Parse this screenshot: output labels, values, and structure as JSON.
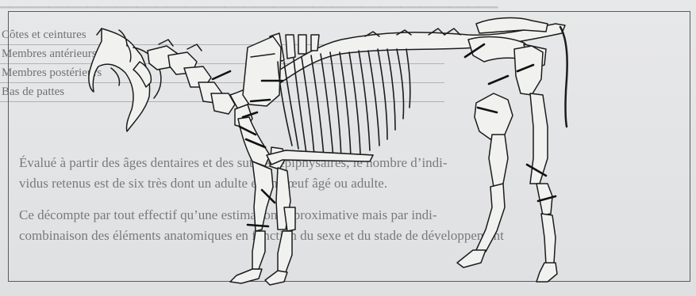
{
  "table": {
    "rows": [
      {
        "label": "Côtes et ceintures"
      },
      {
        "label": "Membres antérieurs"
      },
      {
        "label": "Membres postérieurs"
      },
      {
        "label": "Bas de pattes"
      }
    ]
  },
  "paragraphs": [
    {
      "text": "Évalué à partir des âges dentaires et des sutures épiphysaires, le nombre d’indi-"
    },
    {
      "text": "vidus retenus est de six très dont un adulte et un bœuf âgé ou adulte."
    },
    {
      "text": "Ce décompte par tout effectif qu’une estimation approximative mais par indi-"
    },
    {
      "text": "combinaison des éléments anatomiques en fonction du sexe et du stade de développement"
    }
  ],
  "figure": {
    "subject": "bovine-skeleton-cut-marks"
  }
}
